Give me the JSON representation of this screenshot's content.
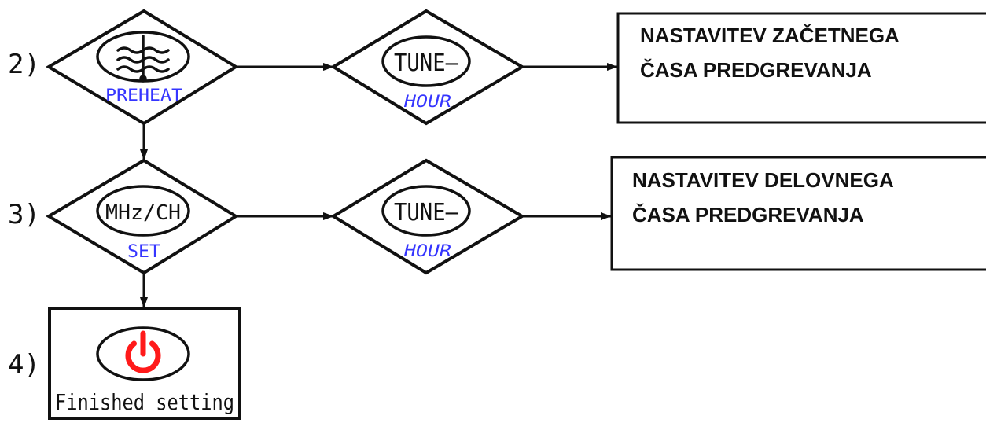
{
  "steps": [
    {
      "number": "2)"
    },
    {
      "number": "3)"
    },
    {
      "number": "4)"
    }
  ],
  "row2": {
    "left_button": {
      "icon": "preheat-wave-icon",
      "sublabel": "PREHEAT"
    },
    "tune_button": {
      "label": "TUNE–",
      "sublabel": "HOUR"
    },
    "result_box": {
      "line1": "NASTAVITEV ZAČETNEGA",
      "line2": "ČASA PREDGREVANJA"
    }
  },
  "row3": {
    "left_button": {
      "label": "MHz/CH",
      "sublabel": "SET"
    },
    "tune_button": {
      "label": "TUNE–",
      "sublabel": "HOUR"
    },
    "result_box": {
      "line1": "NASTAVITEV DELOVNEGA",
      "line2": "ČASA PREDGREVANJA"
    }
  },
  "row4": {
    "power_button": {
      "icon": "power-icon"
    },
    "caption": "Finished setting"
  },
  "colors": {
    "accent_blue": "#3535ff",
    "power_red": "#ff1a1a",
    "line": "#111111"
  }
}
